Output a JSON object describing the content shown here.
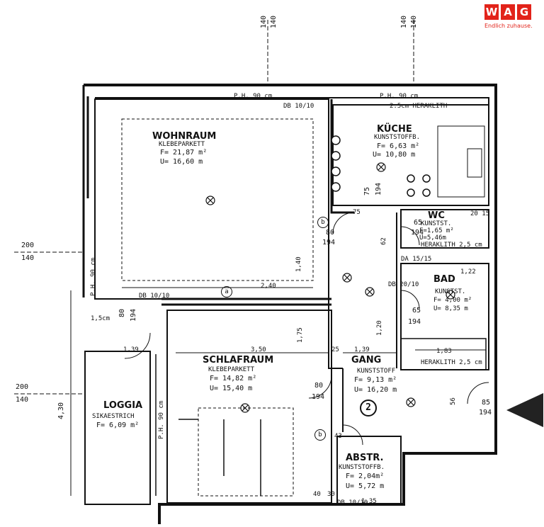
{
  "logo": {
    "letters": [
      "W",
      "A",
      "G"
    ],
    "tagline": "Endlich zuhause."
  },
  "north_marker": "",
  "rooms": {
    "wohnraum": {
      "name": "WOHNRAUM",
      "floor": "KLEBEPARKETT",
      "area": "F= 21,87 m²",
      "perimeter": "U= 16,60 m"
    },
    "kueche": {
      "name": "KÜCHE",
      "floor": "KUNSTSTOFFB.",
      "area": "F= 6,63 m²",
      "perimeter": "U= 10,80 m"
    },
    "wc": {
      "name": "WC",
      "floor": "KUNSTST.",
      "area": "F=1,65 m²",
      "perimeter": "U=5,46m"
    },
    "bad": {
      "name": "BAD",
      "floor": "KUNSTST.",
      "area": "F= 4,00 m²",
      "perimeter": "U= 8,35 m"
    },
    "schlafraum": {
      "name": "SCHLAFRAUM",
      "floor": "KLEBEPARKETT",
      "area": "F= 14,82 m²",
      "perimeter": "U= 15,40 m"
    },
    "gang": {
      "name": "GANG",
      "floor": "KUNSTSTOFF",
      "area": "F= 9,13 m²",
      "perimeter": "U= 16,20 m"
    },
    "loggia": {
      "name": "LOGGIA",
      "floor": "SIKAESTRICH",
      "area": "F= 6,09 m²"
    },
    "abstr": {
      "name": "ABSTR.",
      "floor": "KUNSTSTOFFB.",
      "area": "F= 2,04m²",
      "perimeter": "U= 5,72 m"
    }
  },
  "top_dims": {
    "a1": "140",
    "a2": "140",
    "b1": "140",
    "b2": "140"
  },
  "left_dims": {
    "a1": "200",
    "a2": "140",
    "b1": "200",
    "b2": "140",
    "total": "4,30"
  },
  "window_labels": {
    "ph_wohn": "P.H. 90 cm",
    "ph_kueche": "P.H. 90 cm",
    "ph_left": "P.H. 90 cm",
    "ph_loggia": "P.H. 90 cm"
  },
  "heraklith": {
    "top": "2.5cm HERAKLITH",
    "wc": "HERAKLITH 2,5 cm",
    "bad": "HERAKLITH 2,5 cm"
  },
  "door_dims": {
    "d1": "80",
    "d1b": "194",
    "d2": "75",
    "d2b": "194",
    "d3": "65",
    "d3b": "194",
    "d4": "65",
    "d4b": "194",
    "d5": "80",
    "d5b": "194",
    "d6": "80",
    "d6b": "194",
    "d7": "85",
    "d7b": "194"
  },
  "misc": {
    "db_top": "DB 10/10",
    "db_mid": "DB 10/10",
    "db_bad": "DB 20/10",
    "db_bottom": "DB 10/10",
    "da": "DA 15/15",
    "dim_240": "2,40",
    "dim_350": "3,50",
    "dim_139a": "1,39",
    "dim_139b": "1,39",
    "dim_183": "1,83",
    "dim_135": "1,35",
    "dim_122": "1,22",
    "dim_15cm": "1,5cm",
    "dim_75": "75",
    "dim_25": "25",
    "dim_40": "40",
    "dim_30": "30",
    "dim_175": "1,75",
    "dim_120": "1,20",
    "dim_140v": "1,40",
    "dim_43": "43",
    "dim_62": "62",
    "dim_56": "56",
    "dim_20_15": "20 15",
    "circle_2": "2",
    "mark_a": "a",
    "mark_b1": "b",
    "mark_b2": "b"
  }
}
